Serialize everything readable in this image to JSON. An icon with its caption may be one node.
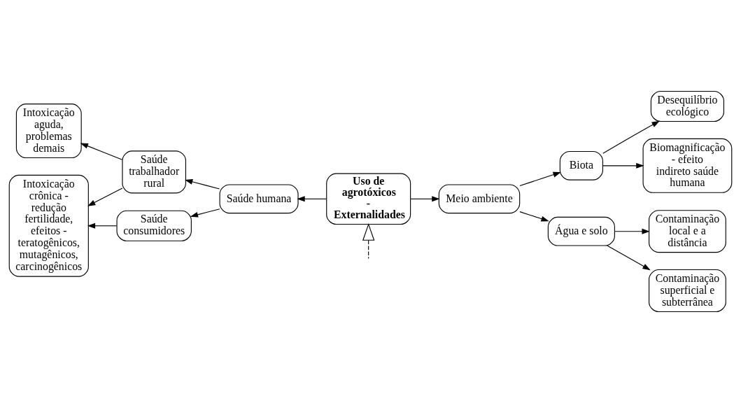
{
  "diagram": {
    "nodes": [
      {
        "text": [
          "Uso de agrotóxicos - Externalidades"
        ]
      },
      {
        "text": [
          "Saúde humana"
        ]
      },
      {
        "text": [
          "Saúde trabalhador rural"
        ]
      },
      {
        "text": [
          "Saúde consumidores"
        ]
      },
      {
        "text": [
          "Intoxicação aguda, problemas demais"
        ]
      },
      {
        "text": [
          "Intoxicação crônica - redução fertilidade, efeitos - teratogênicos, mutagênicos, carcinogênicos"
        ]
      },
      {
        "text": [
          "Meio ambiente"
        ]
      },
      {
        "text": [
          "Biota"
        ]
      },
      {
        "text": [
          "Água e solo"
        ]
      },
      {
        "text": [
          "Desequilíbrio ecológico"
        ]
      },
      {
        "text": [
          "Biomagnificação - efeito indireto saúde humana"
        ]
      },
      {
        "text": [
          "Contaminação local e a distância"
        ]
      },
      {
        "text": [
          "Contaminação superficial e subterrânea"
        ]
      }
    ],
    "edges": [
      {
        "from": 0,
        "to": 1,
        "arrow": "to"
      },
      {
        "from": 0,
        "to": 6,
        "arrow": "to"
      },
      {
        "from": 1,
        "to": 2,
        "arrow": "to"
      },
      {
        "from": 1,
        "to": 3,
        "arrow": "to"
      },
      {
        "from": 2,
        "to": 4,
        "arrow": "to"
      },
      {
        "from": 2,
        "to": 5,
        "arrow": "to"
      },
      {
        "from": 3,
        "to": 5,
        "arrow": "to"
      },
      {
        "from": 6,
        "to": 7,
        "arrow": "to"
      },
      {
        "from": 6,
        "to": 8,
        "arrow": "to"
      },
      {
        "from": 7,
        "to": 9,
        "arrow": "to"
      },
      {
        "from": 7,
        "to": 10,
        "arrow": "to"
      },
      {
        "from": 8,
        "to": 11,
        "arrow": "to"
      },
      {
        "from": 8,
        "to": 12,
        "arrow": "to"
      },
      {
        "from": null,
        "to": 0,
        "arrow": "to",
        "style": "dashed"
      }
    ]
  }
}
